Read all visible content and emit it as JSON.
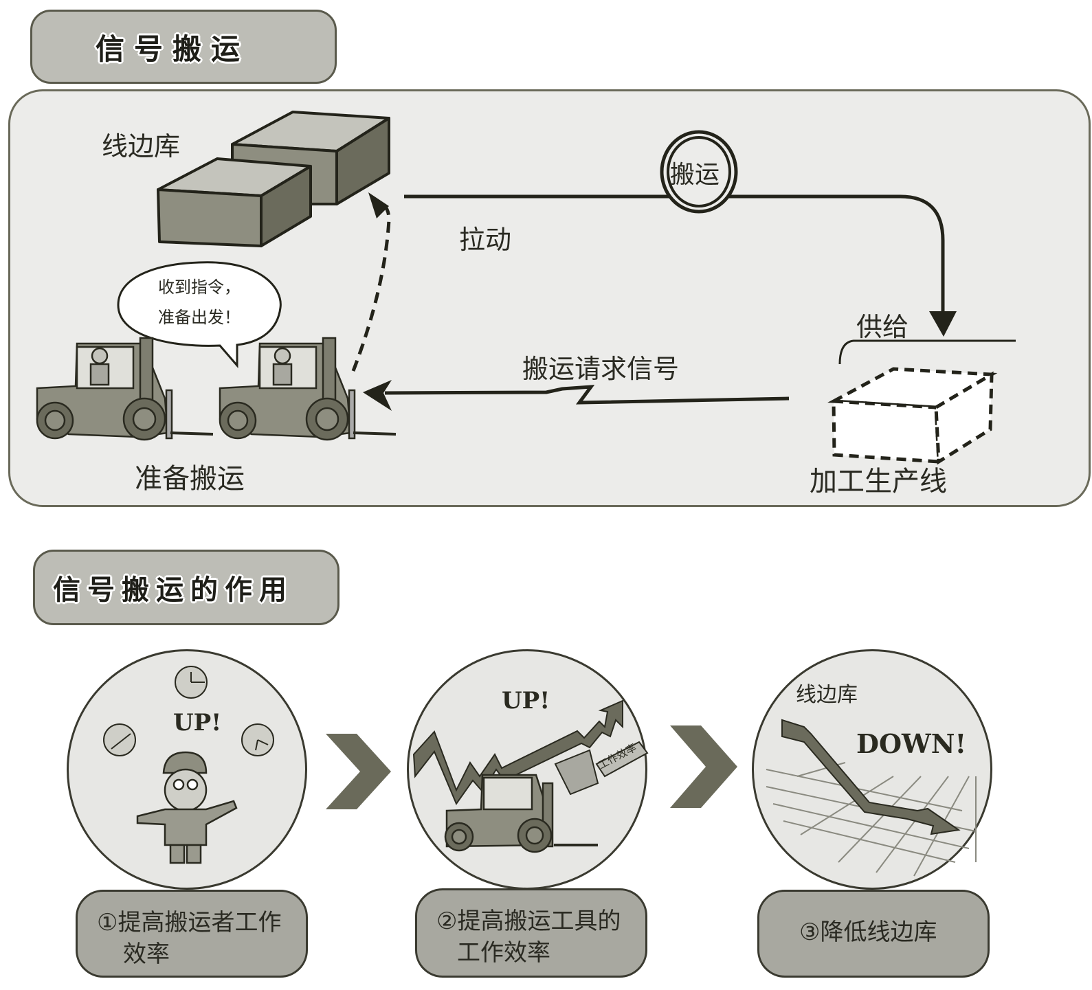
{
  "section1": {
    "title": "信号搬运",
    "labels": {
      "line_side_stock": "线边库",
      "pull": "拉动",
      "transport_stamp": "搬运",
      "supply": "供给",
      "transport_request_signal": "搬运请求信号",
      "ready_to_transport": "准备搬运",
      "production_line": "加工生产线"
    },
    "speech_bubble": "收到指令，\n准备出发！"
  },
  "section2": {
    "title": "信号搬运的作用",
    "steps": [
      {
        "number": "①",
        "exclaim": "UP!",
        "caption": "提高搬运者工作效率",
        "caption_lines": [
          "①提高搬运者工作",
          "效率"
        ]
      },
      {
        "number": "②",
        "exclaim": "UP!",
        "caption": "提高搬运工具的工作效率",
        "caption_lines": [
          "②提高搬运工具的",
          "工作效率"
        ],
        "flag_text": "工作效率"
      },
      {
        "number": "③",
        "exclaim": "DOWN!",
        "caption": "降低线边库",
        "caption_lines": [
          "③降低线边库"
        ],
        "chart_label": "线边库"
      }
    ]
  },
  "colors": {
    "panel_bg": "#ececea",
    "tab_bg": "#bdbdb6",
    "caption_bg": "#a8a8a0",
    "ink": "#2a2a22",
    "box_dark": "#6b6b5c",
    "box_mid": "#8e8e80",
    "box_light": "#c4c4bc",
    "chevron": "#6a6a5a"
  }
}
